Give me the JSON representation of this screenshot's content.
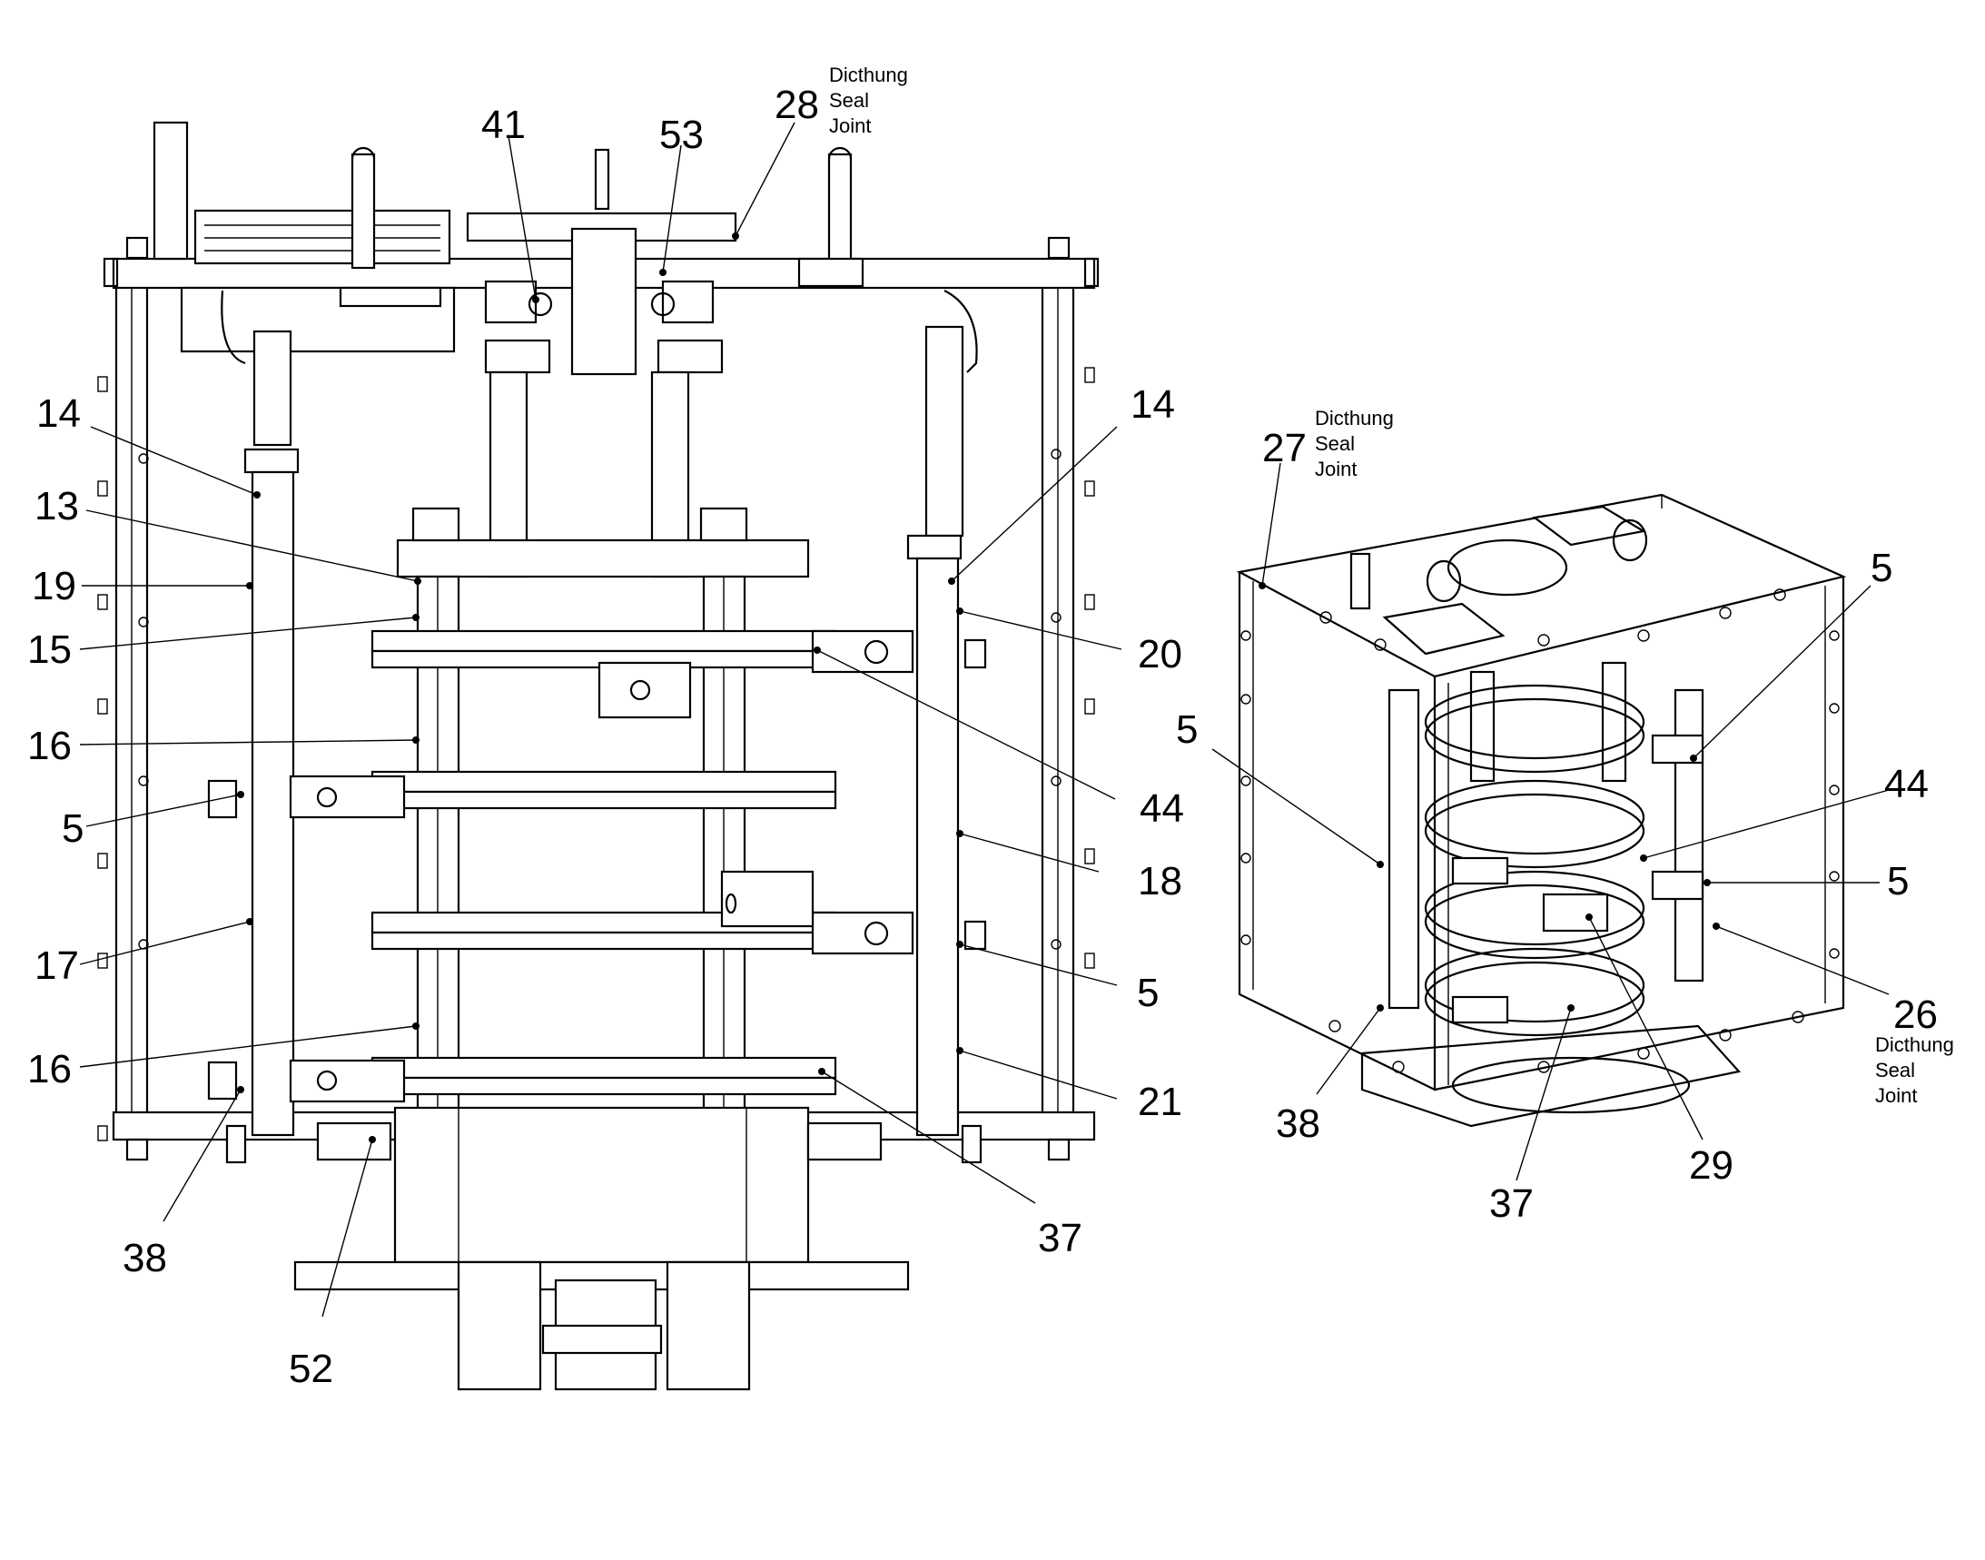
{
  "front_view": {
    "callouts": [
      "41",
      "53",
      "28",
      "14",
      "13",
      "19",
      "15",
      "16",
      "5",
      "17",
      "16",
      "38",
      "52",
      "14",
      "20",
      "44",
      "18",
      "5",
      "21",
      "37"
    ],
    "seal_note": [
      "Dicthung",
      "Seal",
      "Joint"
    ]
  },
  "iso_view": {
    "callouts": [
      "27",
      "5",
      "5",
      "44",
      "5",
      "38",
      "37",
      "29",
      "26"
    ],
    "seal_note_top": [
      "Dicthung",
      "Seal",
      "Joint"
    ],
    "seal_note_bottom": [
      "Dicthung",
      "Seal",
      "Joint"
    ]
  },
  "colors": {
    "line": "#000000",
    "background": "#ffffff"
  }
}
